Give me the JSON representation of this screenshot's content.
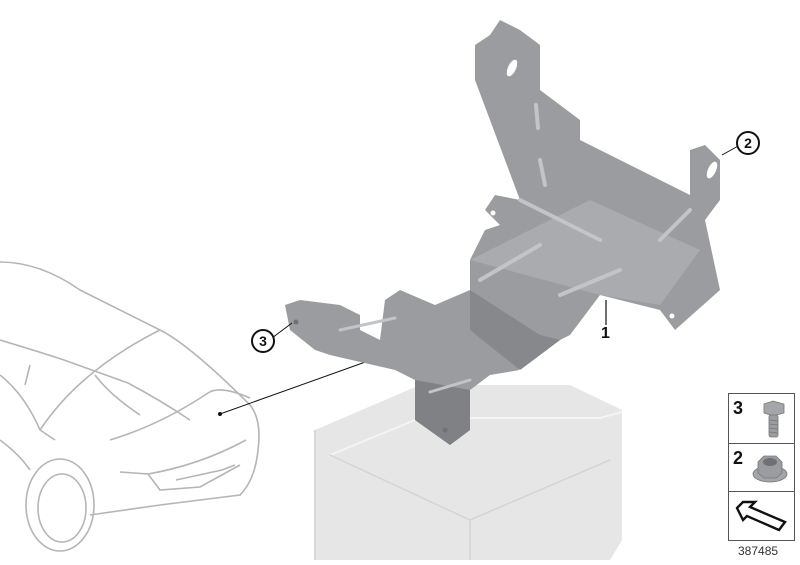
{
  "diagram": {
    "type": "parts-exploded-view",
    "callouts": [
      {
        "id": "callout-1",
        "label": "1",
        "style": "plain",
        "part": "bracket"
      },
      {
        "id": "callout-2",
        "label": "2",
        "style": "circled",
        "part": "hex-flange-nut"
      },
      {
        "id": "callout-3",
        "label": "3",
        "style": "circled",
        "part": "hex-bolt"
      }
    ],
    "legend": {
      "items": [
        {
          "number": "3",
          "icon": "hex-bolt-icon"
        },
        {
          "number": "2",
          "icon": "hex-flange-nut-icon"
        },
        {
          "number": "",
          "icon": "location-arrow-icon"
        }
      ]
    },
    "image_id": "387485",
    "colors": {
      "bracket": "#9a9ca0",
      "bracket_dark": "#7f8185",
      "module_box": "#e4e4e4",
      "car_outline": "#b5b5b5",
      "leader_line": "#111111"
    }
  }
}
